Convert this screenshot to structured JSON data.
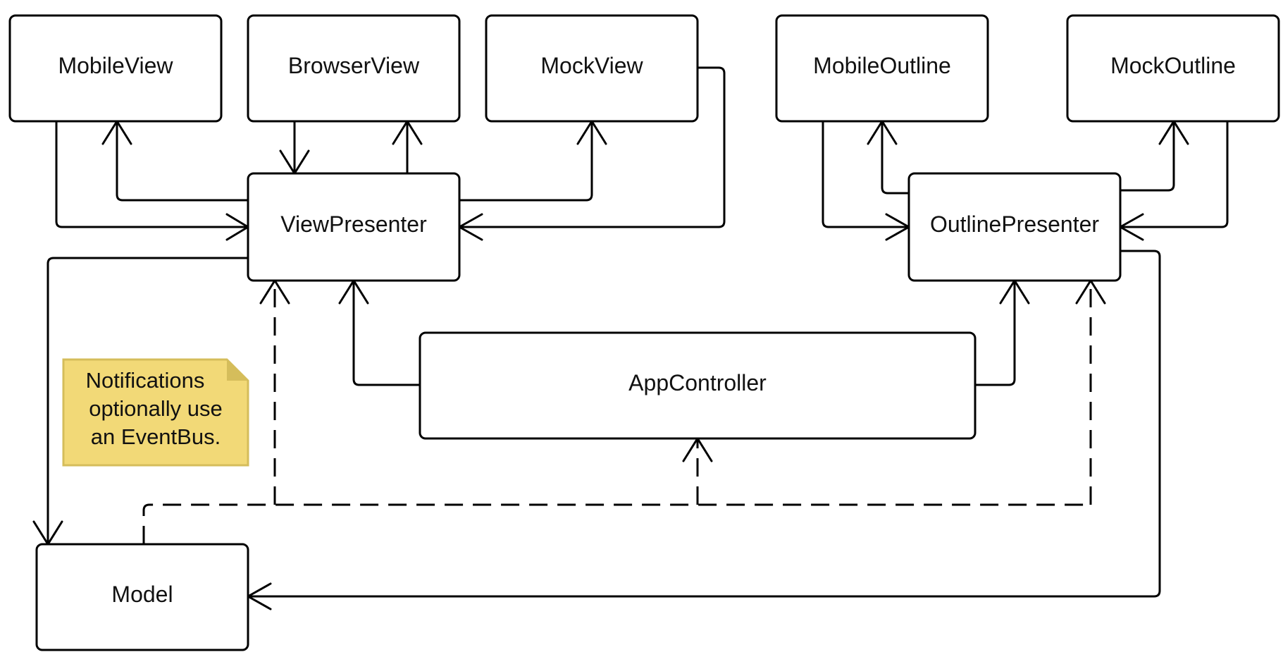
{
  "boxes": {
    "mobile_view": "MobileView",
    "browser_view": "BrowserView",
    "mock_view": "MockView",
    "mobile_outline": "MobileOutline",
    "mock_outline": "MockOutline",
    "view_presenter": "ViewPresenter",
    "outline_presenter": "OutlinePresenter",
    "app_controller": "AppController",
    "model": "Model"
  },
  "note": {
    "lines": [
      "Notifications",
      "optionally use",
      "an EventBus."
    ],
    "color": "#f2d977"
  },
  "relations": [
    {
      "from": "MobileView",
      "to": "ViewPresenter",
      "style": "solid"
    },
    {
      "from": "ViewPresenter",
      "to": "MobileView",
      "style": "solid"
    },
    {
      "from": "BrowserView",
      "to": "ViewPresenter",
      "style": "solid"
    },
    {
      "from": "ViewPresenter",
      "to": "BrowserView",
      "style": "solid"
    },
    {
      "from": "ViewPresenter",
      "to": "MockView",
      "style": "solid"
    },
    {
      "from": "MockView",
      "to": "ViewPresenter",
      "style": "solid"
    },
    {
      "from": "MobileOutline",
      "to": "OutlinePresenter",
      "style": "solid"
    },
    {
      "from": "OutlinePresenter",
      "to": "MobileOutline",
      "style": "solid"
    },
    {
      "from": "OutlinePresenter",
      "to": "MockOutline",
      "style": "solid"
    },
    {
      "from": "MockOutline",
      "to": "OutlinePresenter",
      "style": "solid"
    },
    {
      "from": "ViewPresenter",
      "to": "Model",
      "style": "solid"
    },
    {
      "from": "OutlinePresenter",
      "to": "Model",
      "style": "solid"
    },
    {
      "from": "AppController",
      "to": "ViewPresenter",
      "style": "solid"
    },
    {
      "from": "AppController",
      "to": "OutlinePresenter",
      "style": "solid"
    },
    {
      "from": "Model",
      "to": "ViewPresenter",
      "style": "dashed"
    },
    {
      "from": "Model",
      "to": "AppController",
      "style": "dashed"
    },
    {
      "from": "Model",
      "to": "OutlinePresenter",
      "style": "dashed"
    }
  ]
}
